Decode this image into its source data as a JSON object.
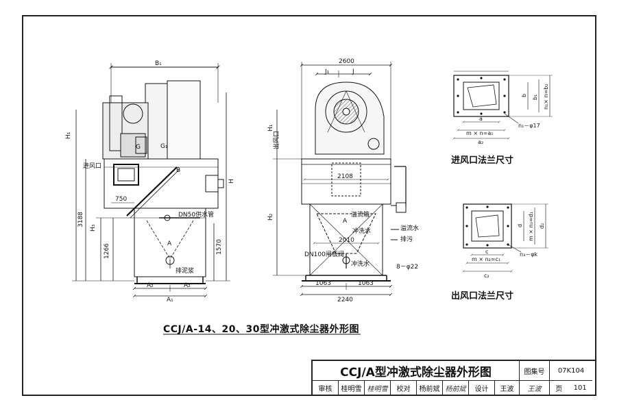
{
  "caption": "CCJ/A-14、20、30型冲激式除尘器外形图",
  "left_view": {
    "dims": {
      "B1": "B₁",
      "H1": "H₁",
      "H": "H",
      "H3": "H₃",
      "G": "G",
      "G1": "G₁",
      "B": "B",
      "d750": "750",
      "d3188": "3188",
      "d1266": "1266",
      "d1570": "1570",
      "A2a": "A₂",
      "A2b": "A₂",
      "A1": "A₁",
      "A": "A"
    },
    "labels": {
      "inlet": "进风口",
      "supply_pipe": "DN50供水管",
      "drain": "排泥浆"
    }
  },
  "mid_view": {
    "dims": {
      "d2600": "2600",
      "J1": "J₁",
      "J": "J",
      "H1": "H₁",
      "H2": "H₂",
      "d2108": "2108",
      "d2010": "2010",
      "d1063a": "1063",
      "d1063b": "1063",
      "d2240": "2240",
      "A": "A",
      "holes": "8－φ22"
    },
    "labels": {
      "outlet": "出风口",
      "overflow_box": "溢流箱",
      "overflow_water": "溢流水",
      "flush_water_top": "冲洗水",
      "sewage": "排污",
      "valve": "DN100闸板阀",
      "flush_water_bottom": "冲洗水"
    }
  },
  "inlet_flange": {
    "title": "进风口法兰尺寸",
    "dims": {
      "a": "a",
      "mn": "m × n=a₁",
      "a2": "a₂",
      "b": "b",
      "b1": "b₁",
      "nb": "n₁× n=b₂",
      "holes": "n₁－φ17"
    }
  },
  "outlet_flange": {
    "title": "出风口法兰尺寸",
    "dims": {
      "c": "c",
      "mn": "m × n₂=c₁",
      "c2": "c₂",
      "d": "d",
      "d2": "d₂",
      "nd": "m × n₃=d₁",
      "holes": "n₃－φk"
    }
  },
  "title_block": {
    "title": "CCJ/A型冲激式除尘器外形图",
    "atlas_label": "图集号",
    "atlas_no": "07K104",
    "review_label": "审核",
    "reviewer": "桂明雪",
    "reviewer_sig": "桂明雪",
    "check_label": "校对",
    "checker": "杨前斌",
    "checker_sig": "杨前斌",
    "design_label": "设计",
    "designer": "王波",
    "designer_sig": "王波",
    "page_label": "页",
    "page_no": "101"
  }
}
